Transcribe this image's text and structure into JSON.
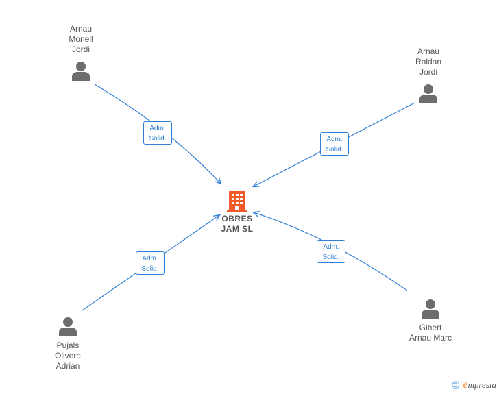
{
  "company": {
    "name_lines": [
      "OBRES",
      "JAM  SL"
    ],
    "icon": "building-icon",
    "color": "#f05a28"
  },
  "people": [
    {
      "name_lines": [
        "Arnau",
        "Monell",
        "Jordi"
      ],
      "icon": "person-icon"
    },
    {
      "name_lines": [
        "Arnau",
        "Roldan",
        "Jordi"
      ],
      "icon": "person-icon"
    },
    {
      "name_lines": [
        "Pujals",
        "Olivera",
        "Adrian"
      ],
      "icon": "person-icon"
    },
    {
      "name_lines": [
        "Gibert",
        "Arnau Marc"
      ],
      "icon": "person-icon"
    }
  ],
  "relations": [
    {
      "label_lines": [
        "Adm.",
        "Solid."
      ]
    },
    {
      "label_lines": [
        "Adm.",
        "Solid."
      ]
    },
    {
      "label_lines": [
        "Adm.",
        "Solid."
      ]
    },
    {
      "label_lines": [
        "Adm.",
        "Solid."
      ]
    }
  ],
  "footer": {
    "copyright_symbol": "©",
    "brand_initial": "e",
    "brand_rest": "mpresia"
  },
  "colors": {
    "edge": "#2f7fd5",
    "person": "#6d6d6d",
    "text": "#555555"
  }
}
